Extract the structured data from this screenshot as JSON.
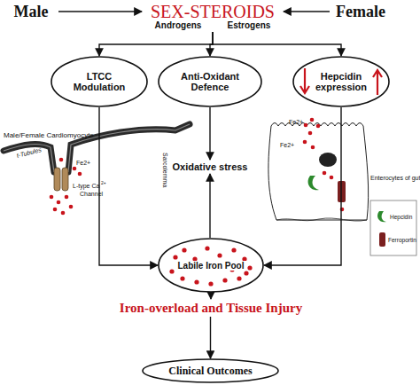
{
  "diagram": {
    "nodes": [
      {
        "text": [
          "Male"
        ]
      },
      {
        "text": [
          "SEX-STEROIDS",
          "Androgens",
          "Estrogens"
        ]
      },
      {
        "text": [
          "Female"
        ]
      },
      {
        "text": [
          "LTCC Modulation"
        ]
      },
      {
        "text": [
          "Anti-Oxidant Defence"
        ]
      },
      {
        "text": [
          "Hepcidin expression"
        ]
      },
      {
        "text": [
          "Oxidative stress"
        ]
      },
      {
        "text": [
          "Labile Iron Pool"
        ]
      },
      {
        "text": [
          "Iron-overload and Tissue Injury"
        ]
      },
      {
        "text": [
          "Clinical Outcomes"
        ]
      }
    ],
    "edges": [
      {
        "from": 0,
        "to": 1,
        "arrow": "to"
      },
      {
        "from": 2,
        "to": 1,
        "arrow": "to"
      },
      {
        "from": 1,
        "to": 3,
        "arrow": "to"
      },
      {
        "from": 1,
        "to": 4,
        "arrow": "to"
      },
      {
        "from": 1,
        "to": 5,
        "arrow": "to"
      },
      {
        "from": 3,
        "to": 7,
        "arrow": "to"
      },
      {
        "from": 4,
        "to": 6,
        "arrow": "to"
      },
      {
        "from": 5,
        "to": 7,
        "arrow": "to"
      },
      {
        "from": 7,
        "to": 6,
        "arrow": "to"
      },
      {
        "from": 7,
        "to": 8,
        "arrow": "to"
      },
      {
        "from": 8,
        "to": 9,
        "arrow": "to"
      }
    ],
    "labels": [
      "t-Tubules",
      "Male/Female Cardiomyocyte",
      "Fe2+",
      "L-type Ca",
      "2+",
      "Channel",
      "Sarcolemma",
      "Fe2+",
      "Fe2+",
      "Enterocytes of gut"
    ],
    "legend": [
      {
        "text": "Hepcidin"
      },
      {
        "text": "Ferroportin"
      }
    ]
  }
}
